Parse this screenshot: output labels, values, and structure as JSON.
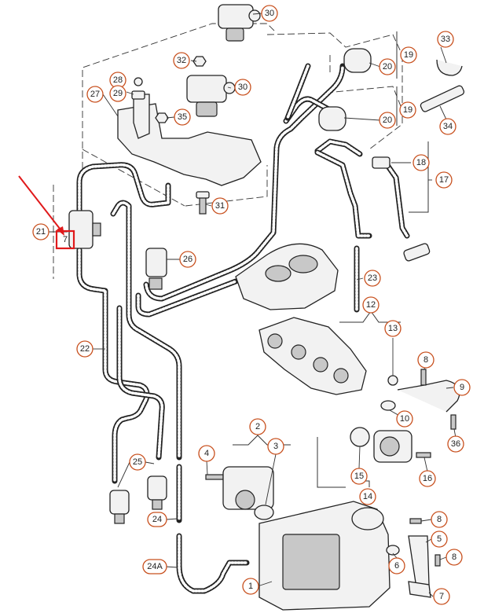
{
  "callouts": {
    "c1": "1",
    "c2": "2",
    "c3": "3",
    "c4": "4",
    "c5": "5",
    "c6": "6",
    "c7": "7",
    "c8a": "8",
    "c8b": "8",
    "c8c": "8",
    "c9": "9",
    "c10": "10",
    "c12": "12",
    "c13": "13",
    "c14": "14",
    "c15": "15",
    "c16": "16",
    "c17": "17",
    "c18": "18",
    "c19a": "19",
    "c19b": "19",
    "c20a": "20",
    "c20b": "20",
    "c21": "21",
    "c22": "22",
    "c23": "23",
    "c24": "24",
    "c24a": "24A",
    "c25": "25",
    "c26": "26",
    "c27": "27",
    "c28": "28",
    "c29": "29",
    "c30a": "30",
    "c30b": "30",
    "c31": "31",
    "c32": "32",
    "c33": "33",
    "c34": "34",
    "c35": "35",
    "c36": "36",
    "c7b": "7"
  },
  "colors": {
    "callout_border": "#c8501e",
    "highlight": "#e0191b",
    "line": "#222222"
  }
}
